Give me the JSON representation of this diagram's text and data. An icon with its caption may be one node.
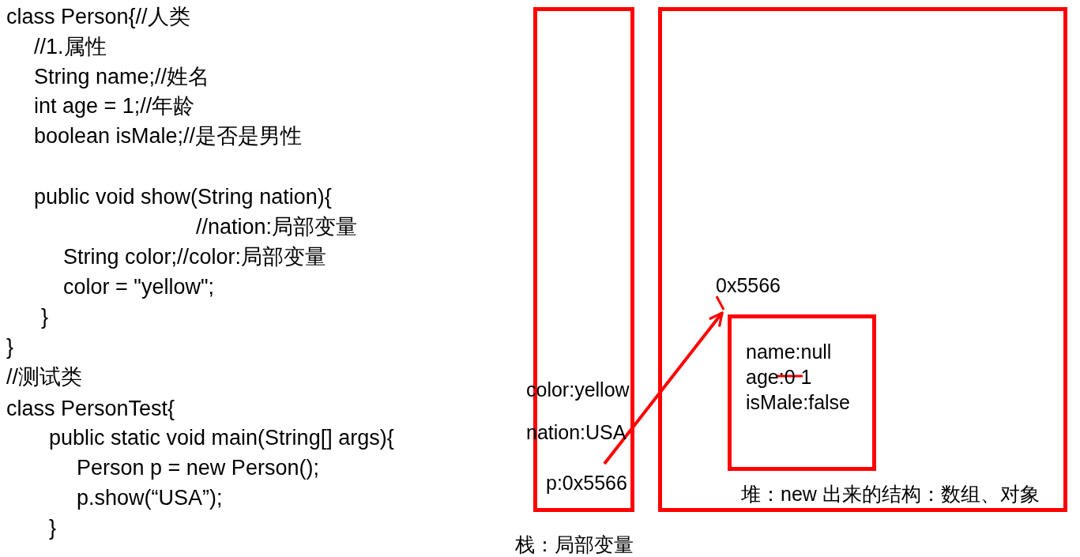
{
  "diagram": {
    "nodes": [
      {
        "text": [
          "color:yellow",
          "nation:USA",
          "栈：局部变量"
        ]
      },
      {
        "text": [
          "p:0x5566"
        ],
        "in": 0
      },
      {
        "text": [
          "堆：new 出来的结构：数组、对象"
        ]
      },
      {
        "text": [
          "name:null",
          "age:0 1",
          "isMale:false"
        ],
        "beside": [
          "0x5566"
        ],
        "in": 2
      }
    ],
    "edges": [
      {
        "from": 1,
        "to": 3,
        "arrow": "to",
        "color": "#ff0000"
      }
    ],
    "labels": [
      "class Person{//人类",
      "//1.属性",
      "String name;//姓名",
      "int age = 1;//年龄",
      "boolean isMale;//是否是男性",
      "public void show(String nation){",
      "//nation:局部变量",
      "String color;//color:局部变量",
      "color = \"yellow\";",
      "}",
      "}",
      "//测试类",
      "class PersonTest{",
      "public static void main(String[] args){",
      "Person p = new Person();",
      "p.show(“USA”);",
      "}"
    ]
  }
}
